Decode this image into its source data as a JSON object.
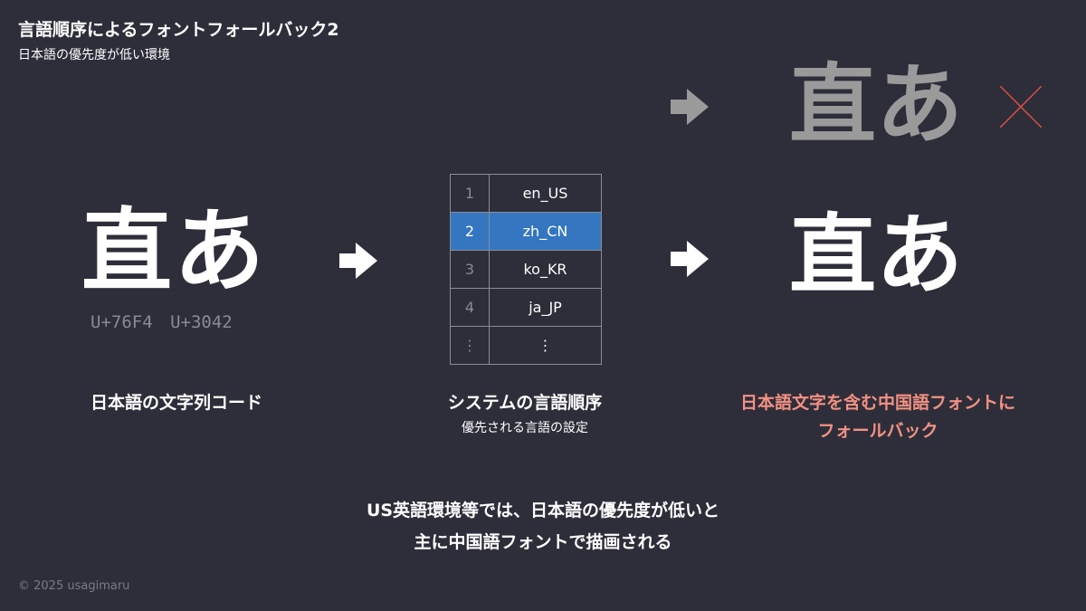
{
  "header": {
    "title": "言語順序によるフォントフォールバック2",
    "subtitle": "日本語の優先度が低い環境"
  },
  "input": {
    "chars": "直あ",
    "codes": "U+76F4 U+3042",
    "label": "日本語の文字列コード"
  },
  "system": {
    "rows": [
      {
        "num": "1",
        "locale": "en_US"
      },
      {
        "num": "2",
        "locale": "zh_CN",
        "selected": true
      },
      {
        "num": "3",
        "locale": "ko_KR"
      },
      {
        "num": "4",
        "locale": "ja_JP"
      },
      {
        "num": "⋮",
        "locale": "⋮"
      }
    ],
    "label": "システムの言語順序",
    "sublabel": "優先される言語の設定"
  },
  "result": {
    "rejected_chars": "直あ",
    "chars": "直あ",
    "label_line1": "日本語文字を含む中国語フォントに",
    "label_line2": "フォールバック"
  },
  "note": {
    "line1": "US英語環境等では、日本語の優先度が低いと",
    "line2": "主に中国語フォントで描画される"
  },
  "footer": "© 2025 usagimaru",
  "colors": {
    "background": "#2e2e3a",
    "accent": "#3476c0",
    "highlight": "#f39182",
    "reject": "#d9503f"
  }
}
